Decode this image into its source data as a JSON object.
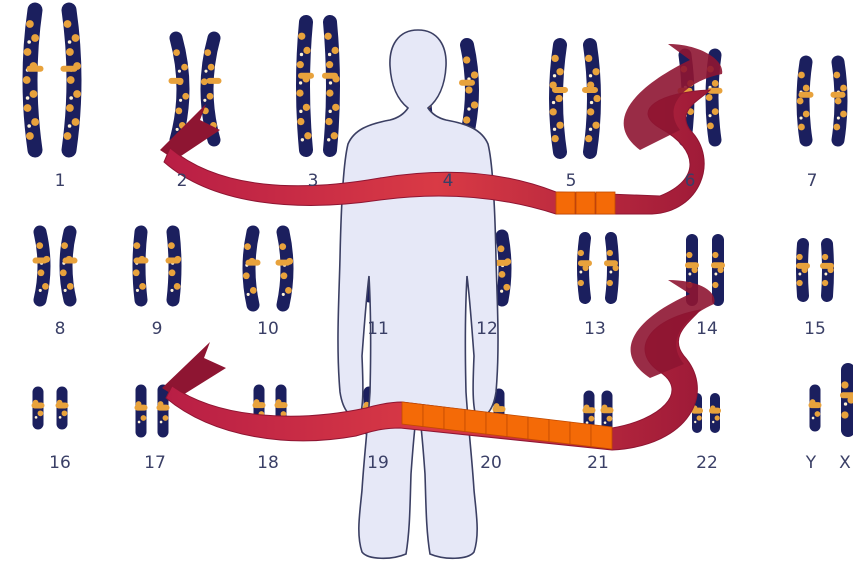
{
  "colors": {
    "chromosome": "#1b1f5e",
    "band": "#e8a23c",
    "dot": "#fff3d6",
    "body_fill": "#e6e8f7",
    "body_stroke": "#3b3f63",
    "ribbon_dark": "#8e1532",
    "ribbon_mid": "#c8284b",
    "ribbon_light": "#e84a3e",
    "gene_segment": "#f46a07"
  },
  "labels": [
    "1",
    "2",
    "3",
    "4",
    "5",
    "6",
    "7",
    "8",
    "9",
    "10",
    "11",
    "12",
    "13",
    "14",
    "15",
    "16",
    "17",
    "18",
    "19",
    "20",
    "21",
    "22",
    "Y",
    "X"
  ],
  "ribbons": [
    {
      "name": "upper-dna-ribbon",
      "gene_segments": 3
    },
    {
      "name": "lower-dna-ribbon",
      "gene_segments": 10
    }
  ]
}
